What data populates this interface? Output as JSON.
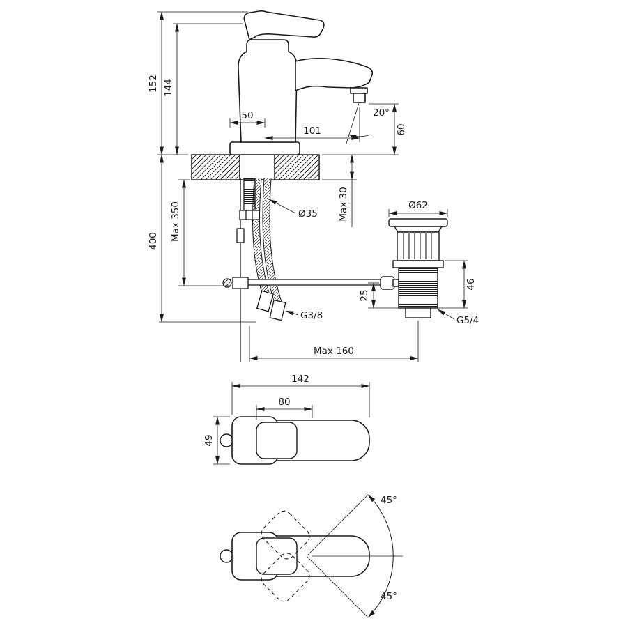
{
  "drawing": {
    "colors": {
      "line": "#1a1a1a",
      "background": "#ffffff"
    },
    "side_view": {
      "total_height": "152",
      "body_height": "144",
      "handle_length": "50",
      "spout_reach": "101",
      "spout_angle": "20°",
      "spout_height": "60",
      "deck_thickness": "Max 30",
      "hole_diameter": "Ø35",
      "rod_depth": "Max 350",
      "hose_length": "400",
      "hose_thread": "G3/8",
      "waste_flange_diameter": "Ø62",
      "waste_body_height": "46",
      "waste_offset": "25",
      "waste_thread": "G5/4",
      "spout_to_waste": "Max 160"
    },
    "plan_view": {
      "total_length": "142",
      "handle_reach": "80",
      "body_width": "49"
    },
    "swivel_view": {
      "swivel_up": "45°",
      "swivel_down": "45°"
    }
  }
}
